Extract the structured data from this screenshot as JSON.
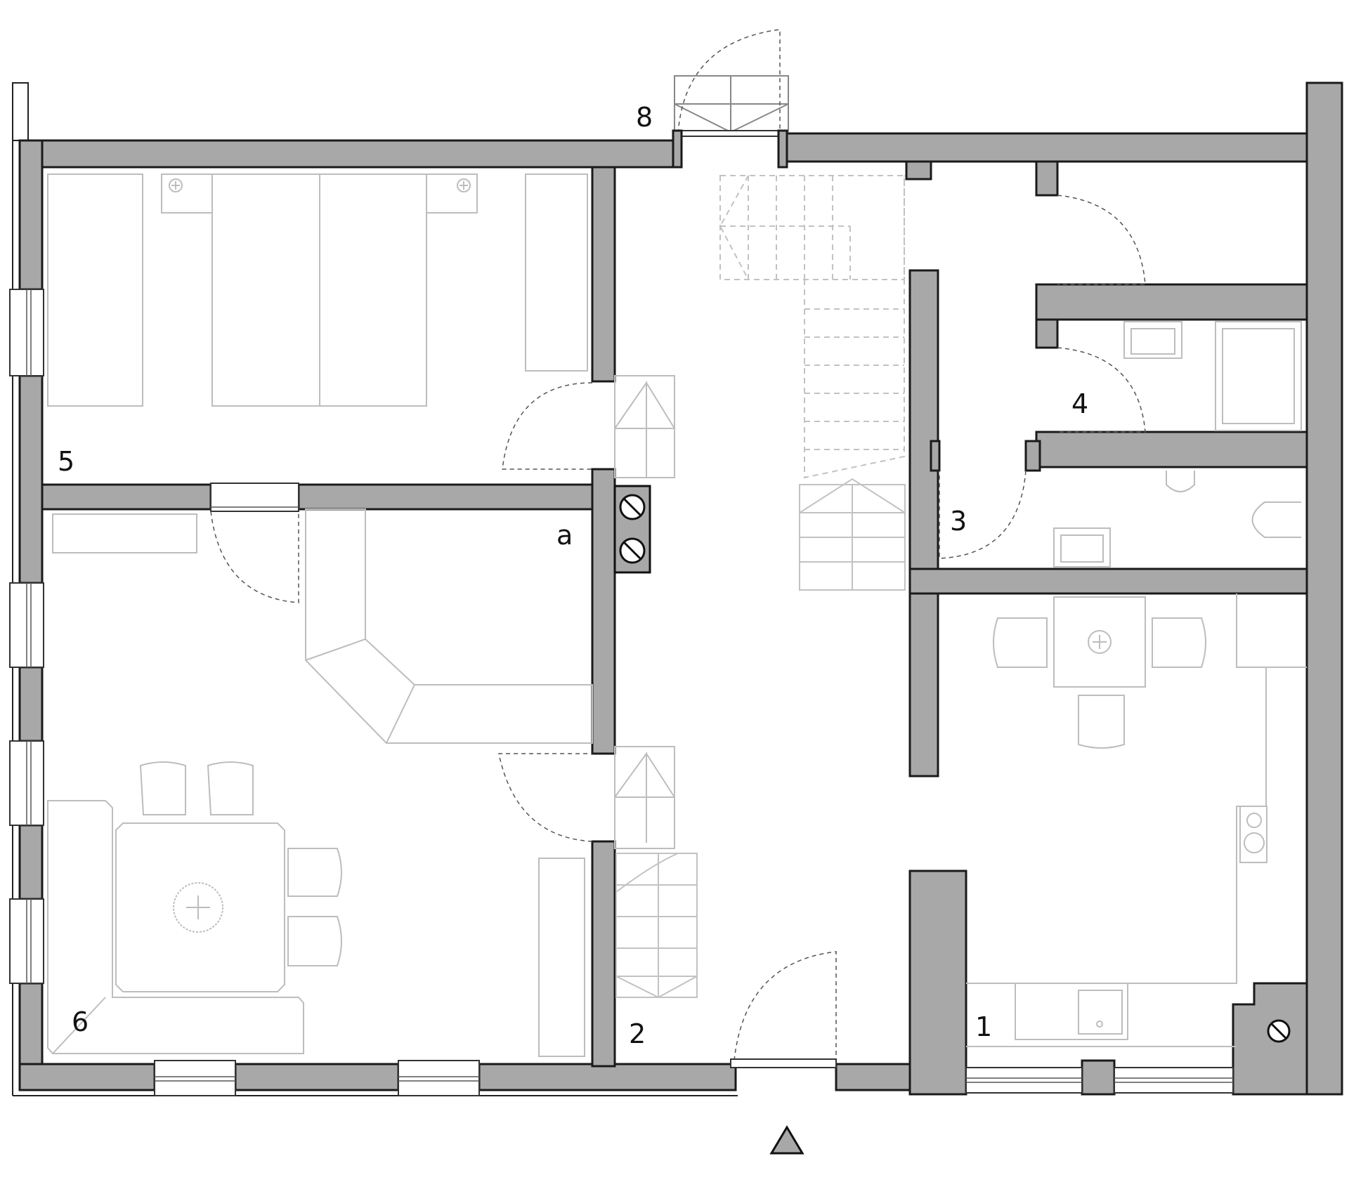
{
  "labels": {
    "room_1": "1",
    "room_2": "2",
    "room_3": "3",
    "room_4": "4",
    "room_5": "5",
    "room_6": "6",
    "room_8": "8",
    "chimney_a": "a"
  },
  "icons": {
    "north_marker": "triangle-icon",
    "chimney_flue": "circle-slash-icon"
  },
  "colors": {
    "wall_fill": "#a8a8a8",
    "outline": "#1a1a1a",
    "furniture": "#bdbdbd"
  }
}
